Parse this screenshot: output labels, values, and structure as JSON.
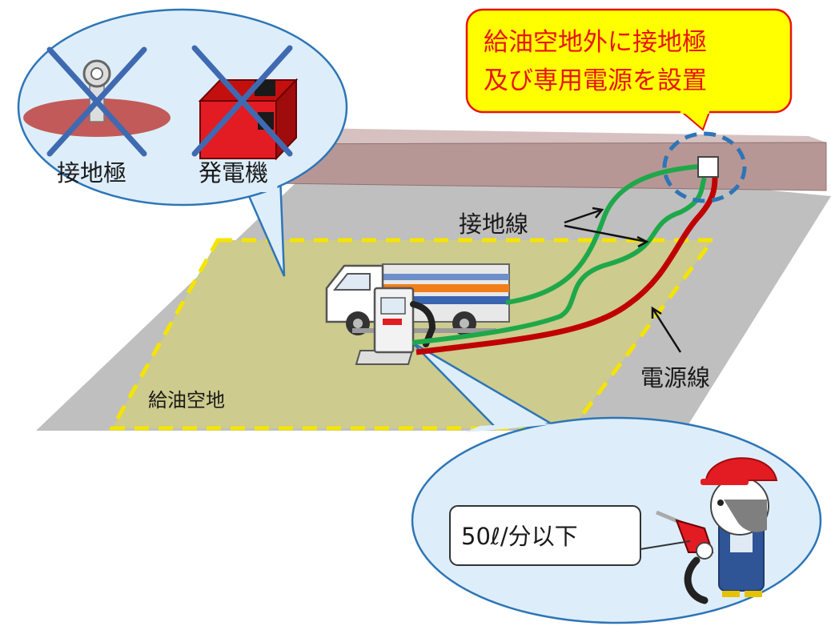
{
  "callout": {
    "line1": "給油空地外に接地極",
    "line2": "及び専用電源を設置"
  },
  "prohibited": {
    "ground_electrode": "接地極",
    "generator": "発電機"
  },
  "labels": {
    "ground_wire": "接地線",
    "power_wire": "電源線",
    "refuel_area": "給油空地"
  },
  "worker": {
    "flow_rate": "50ℓ/分以下"
  },
  "colors": {
    "callout_fill": "#ffff00",
    "callout_border": "#e8140f",
    "ground_wire": "#1fa84a",
    "power_wire": "#c00000",
    "wall": "#b79796",
    "pavement": "#bfbfbf",
    "refuel_area": "#cdcb8d",
    "bubble": "#ddeefa",
    "bubble_border": "#2e75b6"
  }
}
